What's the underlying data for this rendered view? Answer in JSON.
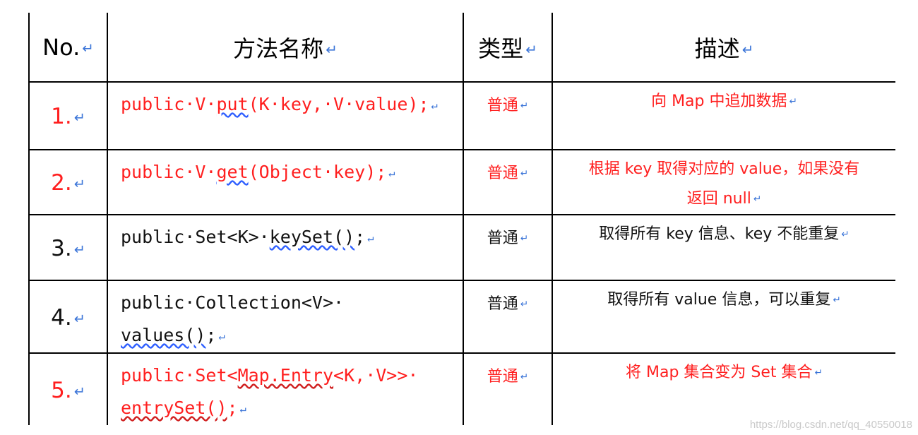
{
  "header": {
    "no": "No.",
    "method": "方法名称",
    "type": "类型",
    "desc": "描述"
  },
  "rows": [
    {
      "no": "1.",
      "sig_a": "public·V·",
      "sig_b": "put",
      "sig_c": "(K·key,·V·value);",
      "type": "普通",
      "desc_1": "向 Map 中追加数据",
      "desc_2": ""
    },
    {
      "no": "2.",
      "sig_a": "public·V·",
      "sig_b": "get",
      "sig_c": "(Object·key);",
      "type": "普通",
      "desc_1": "根据 key 取得对应的 value，如果没有",
      "desc_2": "返回 null"
    },
    {
      "no": "3.",
      "sig_a": "public·Set<K>·",
      "sig_b": "keySet()",
      "sig_c": ";",
      "type": "普通",
      "desc_1": "取得所有 key 信息、key 不能重复",
      "desc_2": ""
    },
    {
      "no": "4.",
      "sig_a": "public·Collection<V>·",
      "sig_b": "values()",
      "sig_c": ";",
      "type": "普通",
      "desc_1": "取得所有 value 信息，可以重复",
      "desc_2": ""
    },
    {
      "no": "5.",
      "sig_a": "public·Set<",
      "sig_b": "Map.Entry",
      "sig_c": "<K,·V>>·",
      "sig_d": "entrySet()",
      "sig_e": ";",
      "type": "普通",
      "desc_1": "将 Map 集合变为 Set 集合",
      "desc_2": ""
    }
  ],
  "watermark": "https://blog.csdn.net/qq_40550018",
  "colors": {
    "red": "#ff1f1f",
    "black": "#111111",
    "return_mark": "#3a74d8"
  },
  "icons": {
    "paragraph_return": "return-mark-icon"
  }
}
